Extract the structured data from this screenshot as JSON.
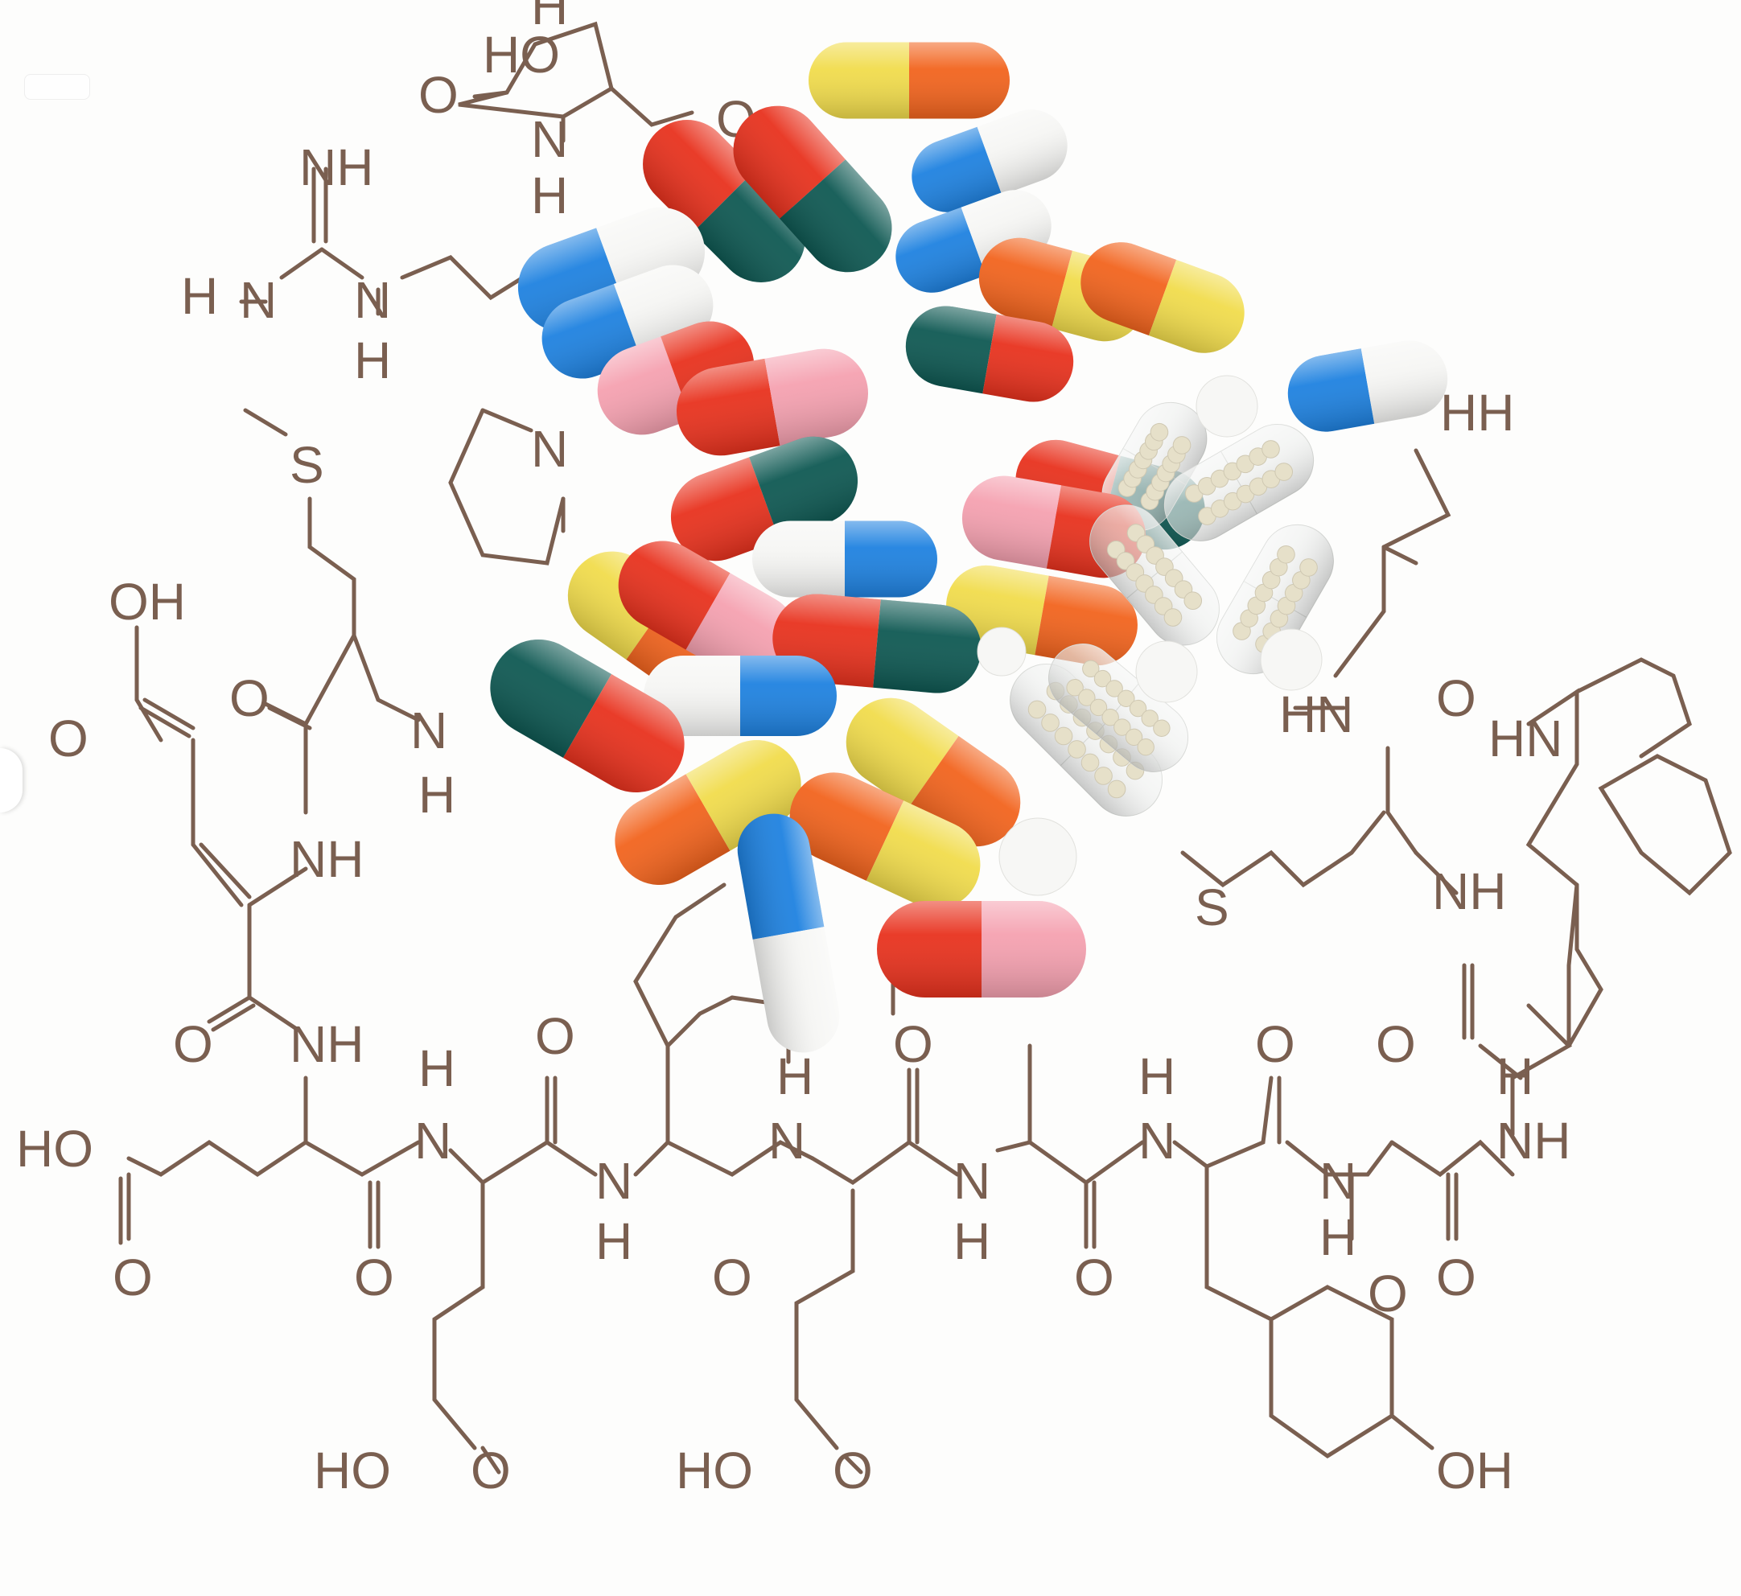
{
  "image": {
    "title": "",
    "watermark": "",
    "description_colors": {
      "line": "#7a5f50",
      "red": "#e8321e",
      "orange": "#f2641e",
      "yellow": "#f1dc4c",
      "teal": "#0f5953",
      "blue": "#1f82e0",
      "pink": "#f5a1b0",
      "white": "#f6f6f4",
      "clear": "#eef0ee"
    }
  },
  "molecule": {
    "labels": [
      "NH",
      "H",
      "N",
      "N",
      "H",
      "H",
      "O",
      "N",
      "H",
      "O",
      "S",
      "N",
      "OH",
      "O",
      "O",
      "N",
      "H",
      "NH",
      "O",
      "NH",
      "HO",
      "O",
      "H",
      "N",
      "O",
      "O",
      "N",
      "H",
      "H",
      "N",
      "O",
      "H",
      "N",
      "O",
      "N",
      "H",
      "O",
      "O",
      "N",
      "H",
      "N",
      "H",
      "O",
      "O",
      "NH",
      "HO",
      "O",
      "HO",
      "O",
      "HO",
      "O",
      "OH",
      "HN",
      "O",
      "S",
      "NH",
      "HN",
      "HH"
    ]
  },
  "objects": {
    "capsule_names": [
      "capsule-1",
      "capsule-2"
    ]
  }
}
